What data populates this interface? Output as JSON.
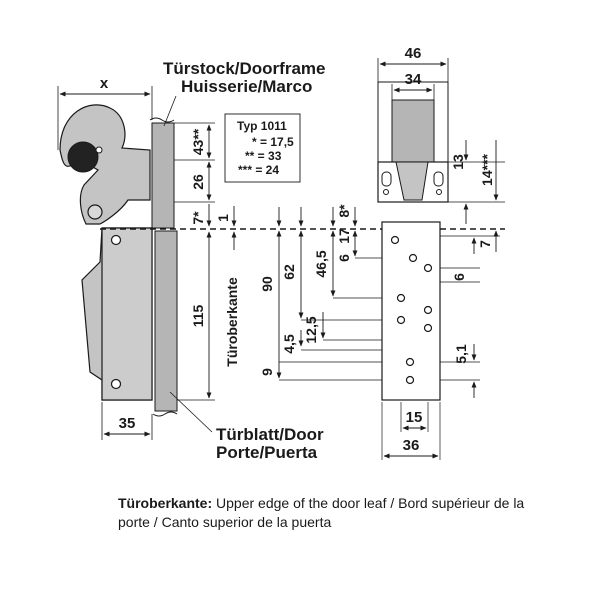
{
  "labels": {
    "doorframe_1": "Türstock/Doorframe",
    "doorframe_2": "Huisserie/Marco",
    "door_1": "Türblatt/Door",
    "door_2": "Porte/Puerta",
    "edge_vertical": "Türoberkante",
    "x_label": "x"
  },
  "type_box": {
    "title": "Typ 1011",
    "rows": [
      "* = 17,5",
      "** = 33",
      "*** = 24"
    ]
  },
  "dimensions": {
    "d43": "43**",
    "d26": "26",
    "d7s": "7*",
    "d1": "1",
    "d115": "115",
    "d35": "35",
    "d90": "90",
    "d62": "62",
    "d46_5": "46,5",
    "d6": "6",
    "d17": "17",
    "d8s": "8*",
    "d4_5": "4,5",
    "d12_5": "12,5",
    "d9": "9",
    "d46": "46",
    "d34": "34",
    "d13": "13",
    "d14": "14***",
    "d7": "7",
    "d6b": "6",
    "d5_1": "5,1",
    "d15": "15",
    "d36": "36"
  },
  "caption": {
    "term": "Türoberkante:",
    "text": " Upper edge of the door leaf / Bord supérieur de la porte / Canto superior de la puerta"
  }
}
